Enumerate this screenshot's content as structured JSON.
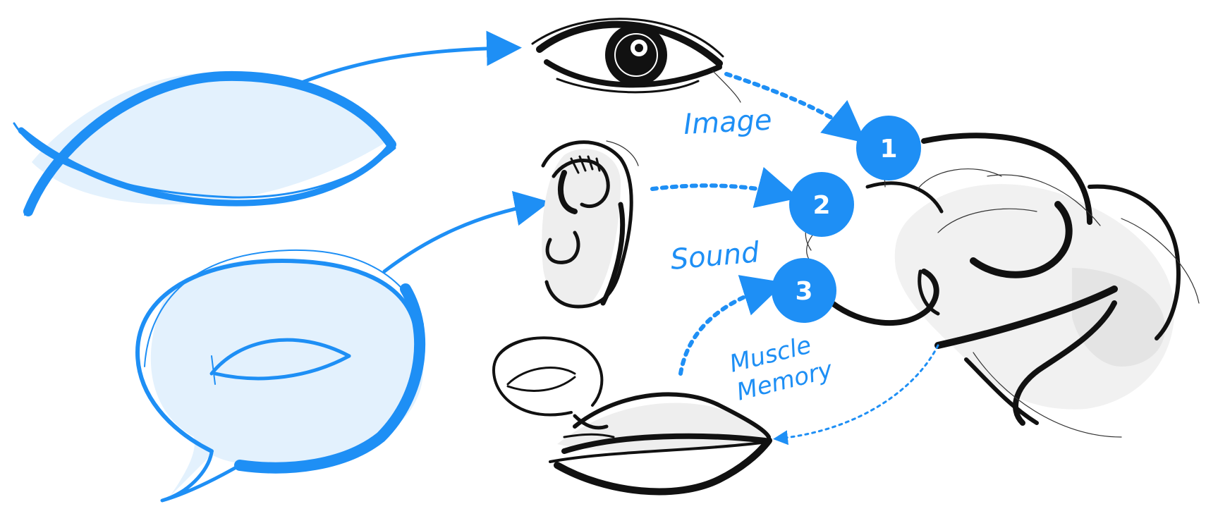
{
  "labels": {
    "image": "Image",
    "sound": "Sound",
    "muscle_line1": "Muscle",
    "muscle_line2": "Memory"
  },
  "steps": [
    {
      "number": "1"
    },
    {
      "number": "2"
    },
    {
      "number": "3"
    }
  ],
  "colors": {
    "accent": "#1e8ff5",
    "accent_light": "#e3f1fd",
    "ink": "#111111",
    "shadow": "#e6e6e6"
  },
  "icons": [
    "eye-icon",
    "ear-icon",
    "mouth-icon",
    "brain-icon",
    "thought-bubble-icon",
    "speech-bubble-icon"
  ]
}
